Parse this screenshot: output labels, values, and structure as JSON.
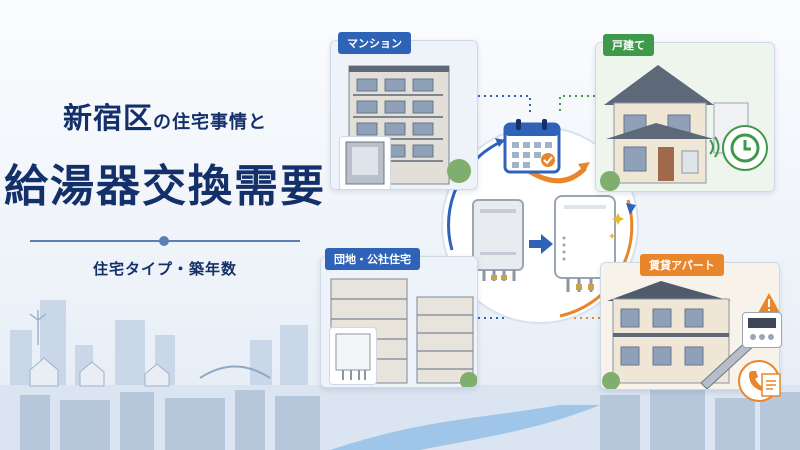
{
  "title": {
    "line1_ward": "新宿区",
    "line1_rest": "の住宅事情と",
    "line2": "給湯器交換需要"
  },
  "subtitle": "住宅タイプ・築年数",
  "cards": {
    "mansion": "マンション",
    "detached": "戸建て",
    "danchi": "団地・公社住宅",
    "rental": "賃貸アパート"
  },
  "colors": {
    "navy": "#14306a",
    "blue": "#2f63b8",
    "green": "#3e9a4a",
    "orange": "#e9862b"
  }
}
